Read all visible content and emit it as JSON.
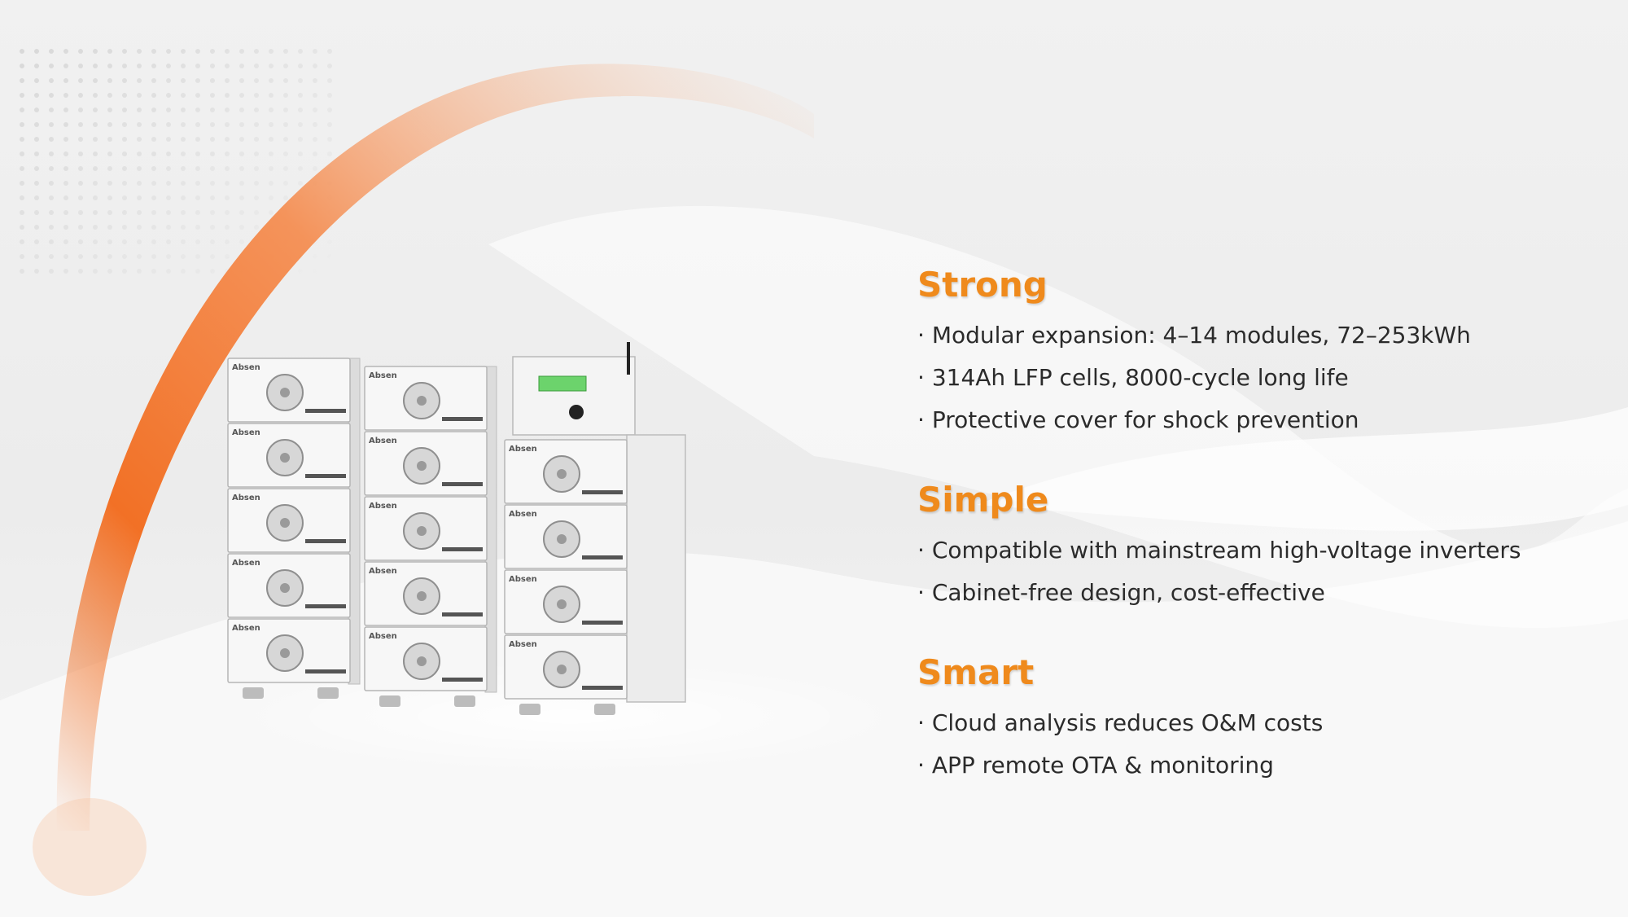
{
  "features": [
    {
      "title": "Strong",
      "bullets": [
        "Modular expansion: 4–14 modules, 72–253kWh",
        "314Ah LFP cells, 8000-cycle long life",
        "Protective cover for shock prevention"
      ]
    },
    {
      "title": "Simple",
      "bullets": [
        "Compatible with mainstream high-voltage inverters",
        "Cabinet-free design, cost-effective"
      ]
    },
    {
      "title": "Smart",
      "bullets": [
        "Cloud analysis reduces O&M costs",
        "APP remote OTA & monitoring"
      ]
    }
  ],
  "product": {
    "module_logo": "Absen",
    "stacks": [
      {
        "modules": 5,
        "has_controller": false
      },
      {
        "modules": 5,
        "has_controller": false
      },
      {
        "modules": 4,
        "has_controller": true
      }
    ]
  },
  "colors": {
    "accent": "#ef8a1c",
    "arc": "#f26a1b",
    "text": "#2b2b2b",
    "background": "#efefef"
  }
}
